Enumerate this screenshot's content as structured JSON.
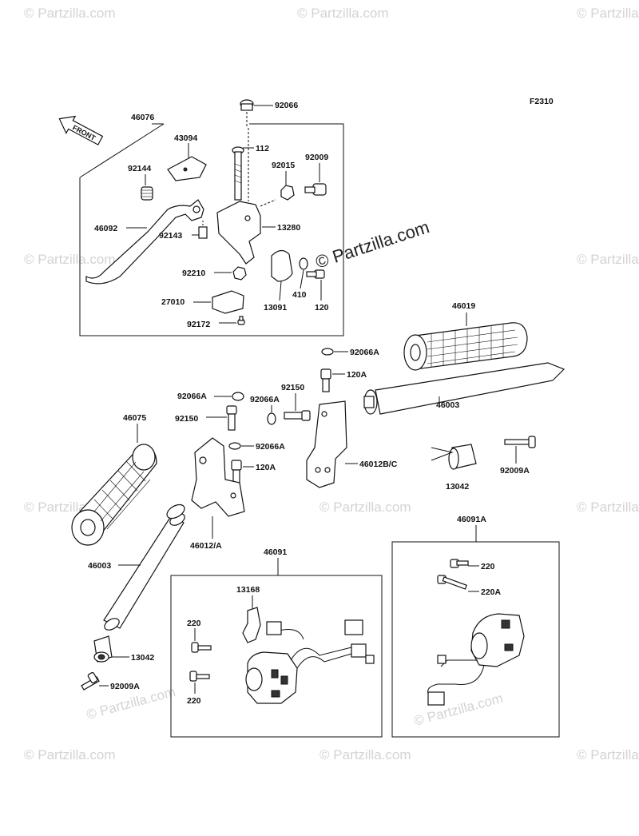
{
  "figure_code": "F2310",
  "front_label": "FRONT",
  "watermark": "© Partzilla.com",
  "labels": {
    "p46076": "46076",
    "p92066": "92066",
    "p43094": "43094",
    "p112": "112",
    "p92144": "92144",
    "p92015": "92015",
    "p92009": "92009",
    "p46092": "46092",
    "p92143": "92143",
    "p13280": "13280",
    "p92210": "92210",
    "p13091": "13091",
    "p410": "410",
    "p120": "120",
    "p27010": "27010",
    "p92172": "92172",
    "p46019": "46019",
    "p92066A_a": "92066A",
    "p120A_a": "120A",
    "p92150_a": "92150",
    "p92066A_b": "92066A",
    "p92066A_c": "92066A",
    "p92150_b": "92150",
    "p46003_a": "46003",
    "p46075": "46075",
    "p92066A_d": "92066A",
    "p120A_b": "120A",
    "p46012BC": "46012B/C",
    "p13042_a": "13042",
    "p92009A_a": "92009A",
    "p46012A": "46012/A",
    "p46091A": "46091A",
    "p46003_b": "46003",
    "p46091": "46091",
    "p220_a": "220",
    "p220A": "220A",
    "p13168": "13168",
    "p220_b": "220",
    "p13042_b": "13042",
    "p220_c": "220",
    "p92009A_b": "92009A"
  }
}
